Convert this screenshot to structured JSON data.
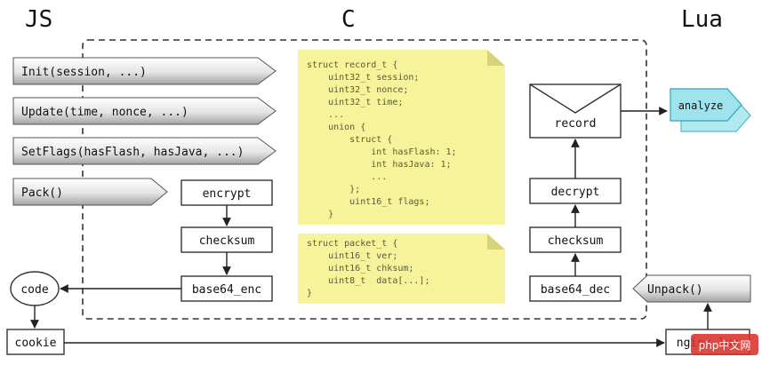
{
  "columns": {
    "js": "JS",
    "c": "C",
    "lua": "Lua"
  },
  "js_calls": [
    "Init(session, ...)",
    "Update(time, nonce, ...)",
    "SetFlags(hasFlash, hasJava, ...)",
    "Pack()"
  ],
  "encode_chain": [
    "encrypt",
    "checksum",
    "base64_enc"
  ],
  "decode_chain": [
    "decrypt",
    "checksum",
    "base64_dec"
  ],
  "code_node": "code",
  "cookie_node": "cookie",
  "record_node": "record",
  "analyze_node": "analyze",
  "unpack_node": "Unpack()",
  "nginx_node": "nginx-lua",
  "record_struct": [
    "struct record_t {",
    "    uint32_t session;",
    "    uint32_t nonce;",
    "    uint32_t time;",
    "    ...",
    "    union {",
    "        struct {",
    "            int hasFlash: 1;",
    "            int hasJava: 1;",
    "            ...",
    "        };",
    "        uint16_t flags;",
    "    }"
  ],
  "packet_struct": [
    "struct packet_t {",
    "    uint16_t ver;",
    "    uint16_t chksum;",
    "    uint8_t  data[...];",
    "}"
  ],
  "watermark": "php中文网",
  "colors": {
    "note_bg": "#f7f39a",
    "note_text": "#5a5a3a",
    "analyze_fill": "#9fe3ec",
    "analyze_border": "#2aa9b8",
    "tab_light": "#ffffff",
    "tab_dark": "#a8a8a8"
  }
}
